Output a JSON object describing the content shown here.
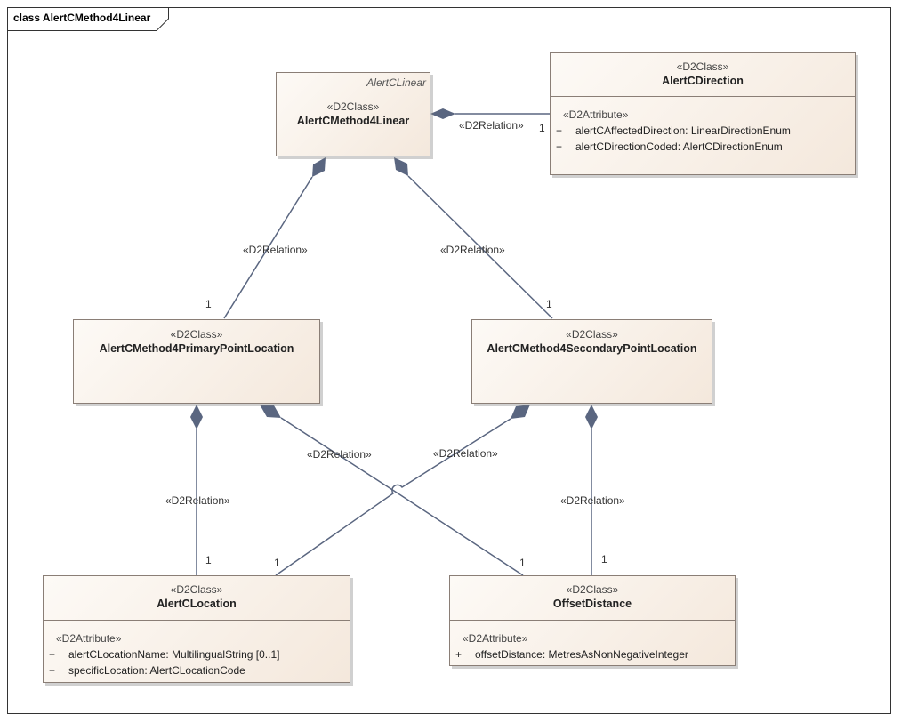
{
  "frame": {
    "keyword": "class",
    "name": "AlertCMethod4Linear"
  },
  "classes": {
    "method4linear": {
      "stereotype": "«D2Class»",
      "name": "AlertCMethod4Linear",
      "template": "AlertCLinear"
    },
    "direction": {
      "stereotype": "«D2Class»",
      "name": "AlertCDirection",
      "attr_stereotype": "«D2Attribute»",
      "attributes": [
        {
          "visibility": "+",
          "text": "alertCAffectedDirection: LinearDirectionEnum"
        },
        {
          "visibility": "+",
          "text": "alertCDirectionCoded: AlertCDirectionEnum"
        }
      ]
    },
    "primary": {
      "stereotype": "«D2Class»",
      "name": "AlertCMethod4PrimaryPointLocation"
    },
    "secondary": {
      "stereotype": "«D2Class»",
      "name": "AlertCMethod4SecondaryPointLocation"
    },
    "location": {
      "stereotype": "«D2Class»",
      "name": "AlertCLocation",
      "attr_stereotype": "«D2Attribute»",
      "attributes": [
        {
          "visibility": "+",
          "text": "alertCLocationName: MultilingualString [0..1]"
        },
        {
          "visibility": "+",
          "text": "specificLocation: AlertCLocationCode"
        }
      ]
    },
    "offset": {
      "stereotype": "«D2Class»",
      "name": "OffsetDistance",
      "attr_stereotype": "«D2Attribute»",
      "attributes": [
        {
          "visibility": "+",
          "text": "offsetDistance: MetresAsNonNegativeInteger"
        }
      ]
    }
  },
  "relations": {
    "linear_direction": {
      "label": "«D2Relation»",
      "multiplicity": "1"
    },
    "linear_primary": {
      "label": "«D2Relation»",
      "multiplicity": "1"
    },
    "linear_secondary": {
      "label": "«D2Relation»",
      "multiplicity": "1"
    },
    "primary_location": {
      "label": "«D2Relation»",
      "multiplicity": "1"
    },
    "primary_offset": {
      "label": "«D2Relation»",
      "multiplicity": "1"
    },
    "secondary_location": {
      "label": "«D2Relation»",
      "multiplicity": "1"
    },
    "secondary_offset": {
      "label": "«D2Relation»",
      "multiplicity": "1"
    }
  },
  "colors": {
    "line": "#5a6680",
    "diamond": "#5a6680",
    "class_border": "#8a7e76"
  }
}
